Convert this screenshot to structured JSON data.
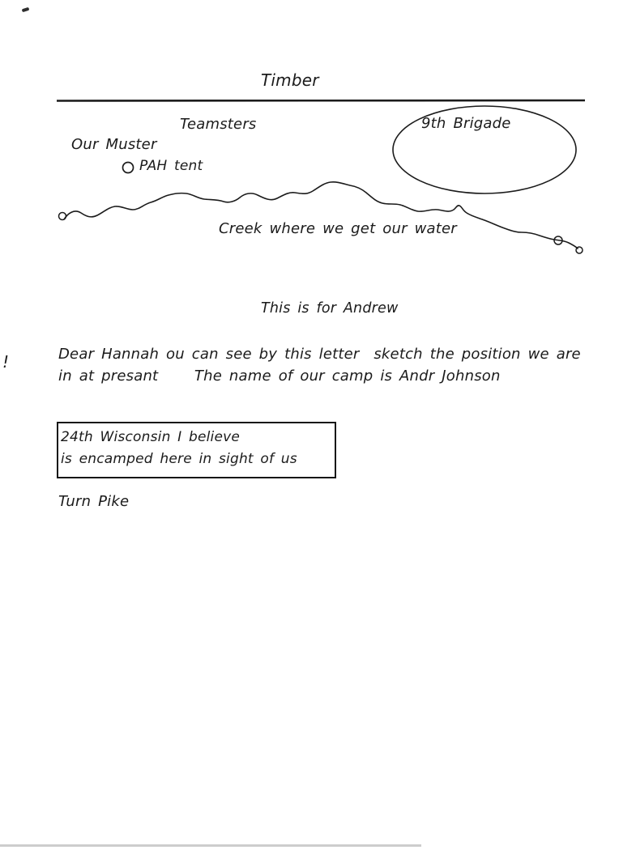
{
  "page": {
    "ink_color": "#1b1b1b",
    "background_color": "#ffffff"
  },
  "sketch": {
    "timber_label": "Timber",
    "teamsters_label": "Teamsters",
    "brigade_label": "9th Brigade",
    "our_muster_label": "Our Muster",
    "pah_tent_label": "PAH tent",
    "creek_label": "Creek where we get our water"
  },
  "letter": {
    "heading": "This is for Andrew",
    "body_line1": "Dear Hannah ou can see by this letter  sketch the position we are",
    "body_line2": "in at presant     The name of our camp is Andr Johnson",
    "margin_mark": "!",
    "note_box": {
      "line1": "24th Wisconsin I believe",
      "line2": "is encamped here in sight of us"
    },
    "turnpike_label": "Turn Pike"
  }
}
